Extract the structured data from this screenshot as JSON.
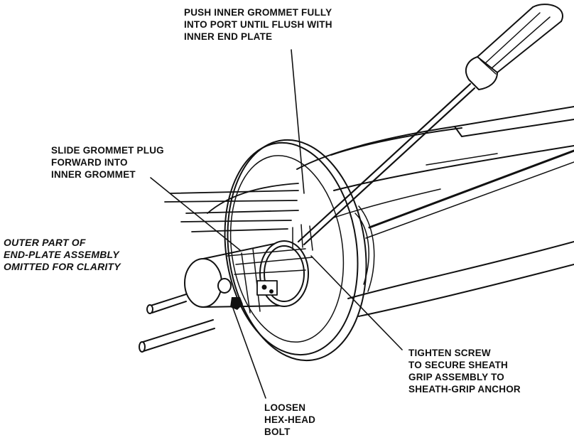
{
  "callouts": {
    "push_grommet": [
      "PUSH INNER GROMMET FULLY",
      "INTO PORT UNTIL FLUSH WITH",
      "INNER END PLATE"
    ],
    "slide_plug": [
      "SLIDE GROMMET PLUG",
      "FORWARD INTO",
      "INNER GROMMET"
    ],
    "outer_part": [
      "OUTER PART OF",
      "END-PLATE ASSEMBLY",
      "OMITTED FOR CLARITY"
    ],
    "tighten_screw": [
      "TIGHTEN SCREW",
      "TO SECURE SHEATH",
      "GRIP ASSEMBLY TO",
      "SHEATH-GRIP ANCHOR"
    ],
    "loosen_bolt": [
      "LOOSEN",
      "HEX-HEAD",
      "BOLT"
    ]
  },
  "colors": {
    "ink": "#111111",
    "background": "#ffffff",
    "fill": "#ffffff"
  }
}
